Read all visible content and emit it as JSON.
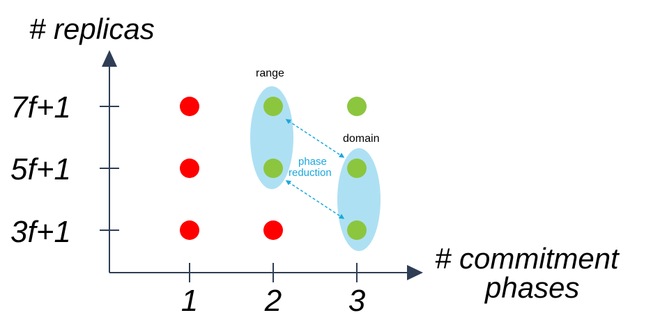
{
  "diagram": {
    "y_axis_title": "# replicas",
    "x_axis_title_line1": "# commitment",
    "x_axis_title_line2": "phases",
    "x_ticks": [
      "1",
      "2",
      "3"
    ],
    "y_ticks": [
      "7f+1",
      "5f+1",
      "3f+1"
    ],
    "points": [
      {
        "phases": "1",
        "replicas": "7f+1",
        "color": "#ff0000"
      },
      {
        "phases": "1",
        "replicas": "5f+1",
        "color": "#ff0000"
      },
      {
        "phases": "1",
        "replicas": "3f+1",
        "color": "#ff0000"
      },
      {
        "phases": "2",
        "replicas": "7f+1",
        "color": "#8cc63f"
      },
      {
        "phases": "2",
        "replicas": "5f+1",
        "color": "#8cc63f"
      },
      {
        "phases": "2",
        "replicas": "3f+1",
        "color": "#ff0000"
      },
      {
        "phases": "3",
        "replicas": "7f+1",
        "color": "#8cc63f"
      },
      {
        "phases": "3",
        "replicas": "5f+1",
        "color": "#8cc63f"
      },
      {
        "phases": "3",
        "replicas": "3f+1",
        "color": "#8cc63f"
      }
    ],
    "label_range": "range",
    "label_domain": "domain",
    "label_phase": "phase",
    "label_reduction": "reduction",
    "colors": {
      "red_point": "#ff0000",
      "green_point": "#8cc63f",
      "highlight": "#aee0f3",
      "arrow": "#1aa7dd",
      "axis": "#2f3e55"
    }
  }
}
